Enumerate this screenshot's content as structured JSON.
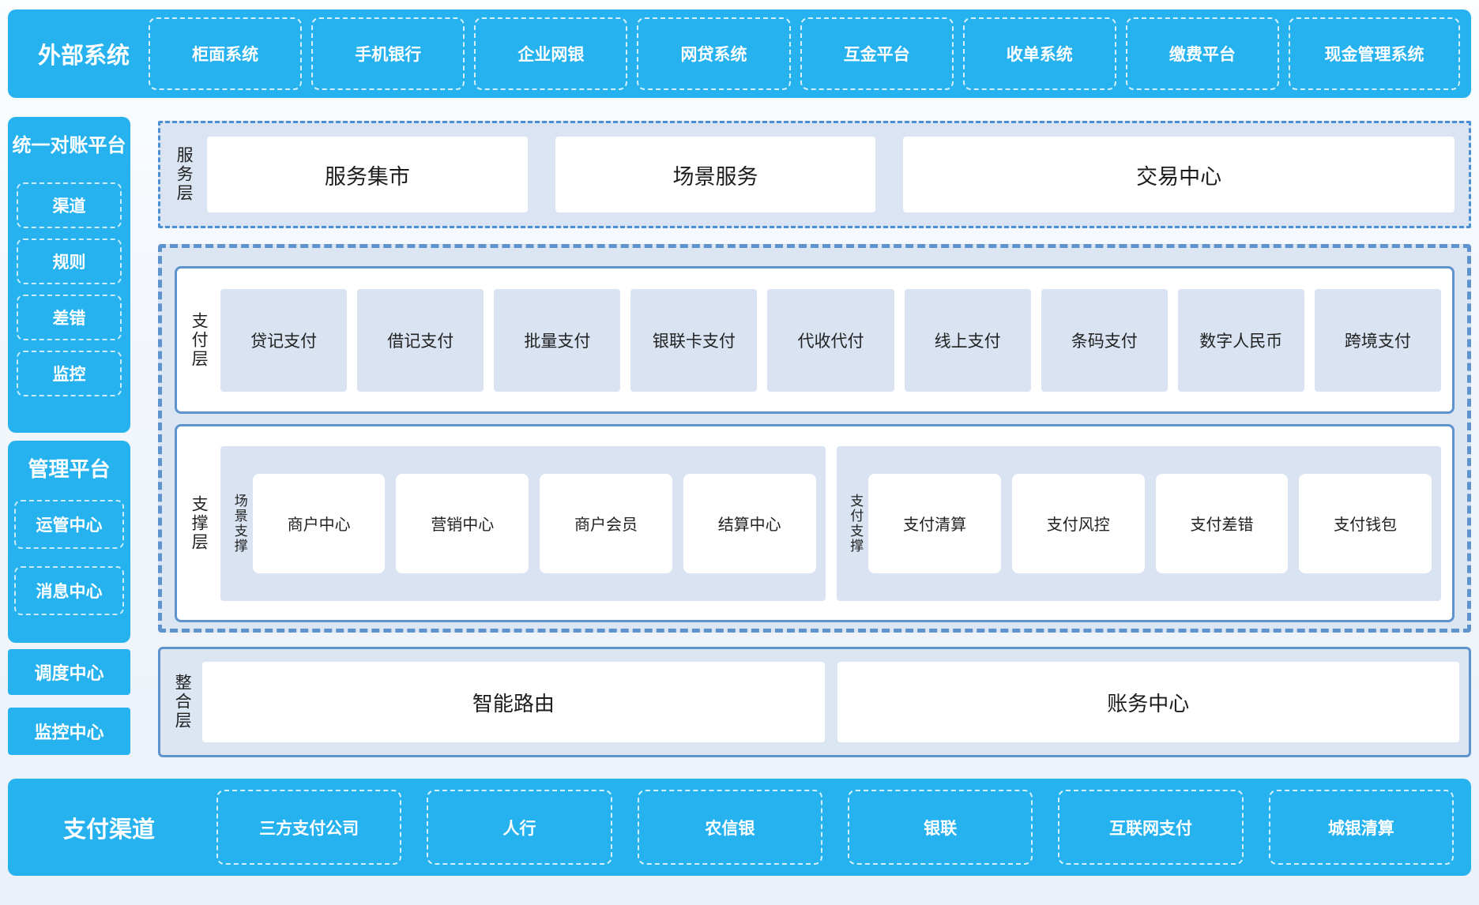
{
  "colors": {
    "brand_blue": "#25b2ef",
    "panel_light_blue": "#dce6f3",
    "item_light_blue": "#d9e3f1",
    "solid_border_blue": "#5e93cd",
    "dash_dot_border_blue": "#4a8fd3",
    "text_dark": "#222222",
    "text_white": "#ffffff"
  },
  "external_systems": {
    "title": "外部系统",
    "items": [
      "柜面系统",
      "手机银行",
      "企业网银",
      "网贷系统",
      "互金平台",
      "收单系统",
      "缴费平台",
      "现金管理系统"
    ]
  },
  "sidebar": {
    "reconciliation": {
      "title": "统一对账平台",
      "items": [
        "渠道",
        "规则",
        "差错",
        "监控"
      ]
    },
    "management": {
      "title": "管理平台",
      "items": [
        "运管中心",
        "消息中心"
      ]
    },
    "scheduling_center": "调度中心",
    "monitoring_center": "监控中心"
  },
  "service_layer": {
    "label": "服务层",
    "items": [
      "服务集市",
      "场景服务",
      "交易中心"
    ]
  },
  "payment_layer": {
    "label": "支付层",
    "items": [
      "贷记支付",
      "借记支付",
      "批量支付",
      "银联卡支付",
      "代收代付",
      "线上支付",
      "条码支付",
      "数字人民币",
      "跨境支付"
    ]
  },
  "support_layer": {
    "label": "支撑层",
    "scene_group": {
      "label": "场景支撑",
      "items": [
        "商户中心",
        "营销中心",
        "商户会员",
        "结算中心"
      ]
    },
    "payment_group": {
      "label": "支付支撑",
      "items": [
        "支付清算",
        "支付风控",
        "支付差错",
        "支付钱包"
      ]
    }
  },
  "integration_layer": {
    "label": "整合层",
    "items": [
      "智能路由",
      "账务中心"
    ]
  },
  "payment_channels": {
    "title": "支付渠道",
    "items": [
      "三方支付公司",
      "人行",
      "农信银",
      "银联",
      "互联网支付",
      "城银清算"
    ]
  }
}
